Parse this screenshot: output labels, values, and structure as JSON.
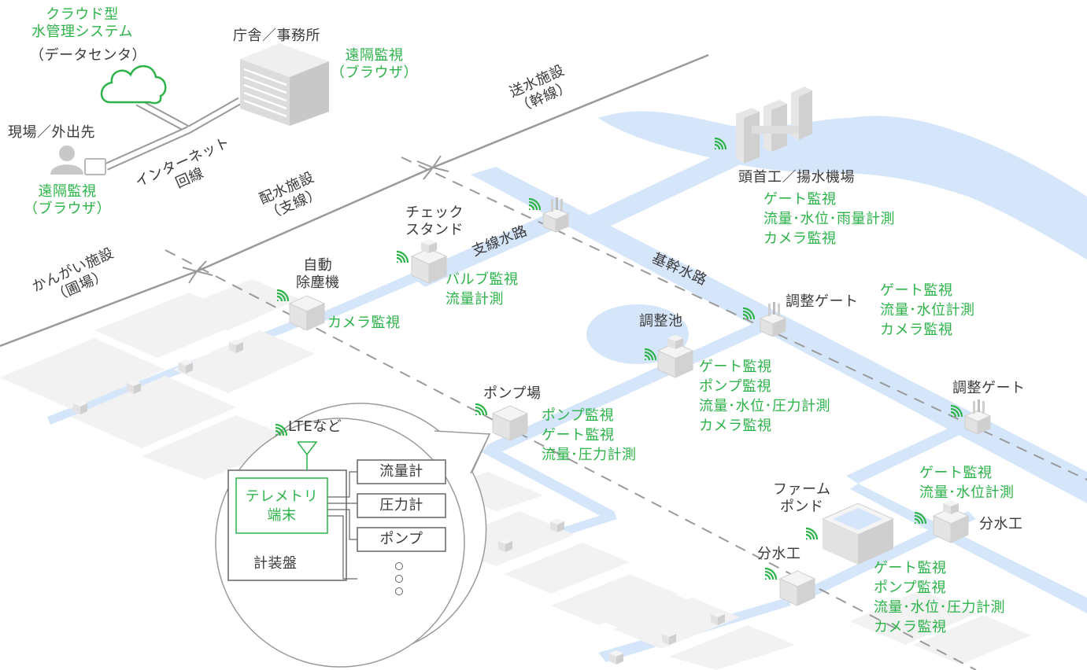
{
  "colors": {
    "green": "#2db34a",
    "water": "#d6e6fa",
    "text": "#3a3a3a",
    "line": "#9a9a9a",
    "field": "#f2f2f2"
  },
  "cloud": {
    "title": "クラウド型\n水管理システム",
    "sub": "（データセンタ）"
  },
  "office": {
    "title": "庁舎／事務所",
    "remote": "遠隔監視\n（ブラウザ）"
  },
  "field_user": {
    "title": "現場／外出先",
    "remote": "遠隔監視\n（ブラウザ）"
  },
  "network": {
    "internet": "インターネット\n回線",
    "transmission": "送水施設\n（幹線）",
    "distribution": "配水施設\n（支線）",
    "irrigation": "かんがい施設\n（圃場）"
  },
  "canals": {
    "branch": "支線水路",
    "main": "基幹水路"
  },
  "facilities": {
    "headworks": {
      "title": "頭首工／揚水機場",
      "monitor": "ゲート監視\n流量･水位･雨量計測\nカメラ監視"
    },
    "check_stand": {
      "title": "チェック\nスタンド",
      "monitor": "バルブ監視\n流量計測"
    },
    "dust_remover": {
      "title": "自動\n除塵機",
      "monitor": "カメラ監視"
    },
    "gate1": {
      "title": "調整ゲート",
      "monitor": "ゲート監視\n流量･水位計測\nカメラ監視"
    },
    "pond": {
      "title": "調整池",
      "monitor": "ゲート監視\nポンプ監視\n流量･水位･圧力計測\nカメラ監視"
    },
    "gate2": {
      "title": "調整ゲート"
    },
    "pump_station": {
      "title": "ポンプ場",
      "monitor": "ポンプ監視\nゲート監視\n流量･圧力計測"
    },
    "diversion1": {
      "title": "分水工",
      "monitor": "ゲート監視\n流量･水位計測"
    },
    "farm_pond": {
      "title": "ファーム\nポンド"
    },
    "diversion2": {
      "title": "分水工",
      "monitor": "ゲート監視\nポンプ監視\n流量･水位･圧力計測\nカメラ監視"
    }
  },
  "inset": {
    "lte": "LTEなど",
    "terminal": "テレメトリ\n端末",
    "panel": "計装盤",
    "devices": [
      "流量計",
      "圧力計",
      "ポンプ"
    ]
  }
}
